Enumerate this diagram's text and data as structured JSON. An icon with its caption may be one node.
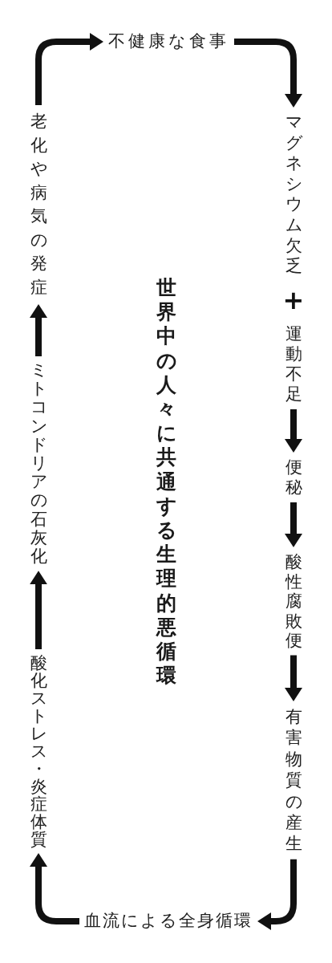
{
  "diagram": {
    "title": "世界中の人々に共通する生理的悪循環",
    "nodes": [
      {
        "text": [
          "不健康な食事"
        ]
      },
      {
        "text": [
          "マグネシウム欠乏"
        ]
      },
      {
        "text": [
          "運動不足"
        ]
      },
      {
        "text": [
          "便秘"
        ]
      },
      {
        "text": [
          "酸性腐敗便"
        ]
      },
      {
        "text": [
          "有害物質の産生"
        ]
      },
      {
        "text": [
          "血流による全身循環"
        ]
      },
      {
        "text": [
          "酸化ストレス・炎症体質"
        ]
      },
      {
        "text": [
          "ミトコンドリアの石灰化"
        ]
      },
      {
        "text": [
          "老化や病気の発症"
        ]
      }
    ],
    "edges": [
      {
        "from": 0,
        "to": 1,
        "arrow": "to"
      },
      {
        "from": 2,
        "to": 3,
        "arrow": "to"
      },
      {
        "from": 3,
        "to": 4,
        "arrow": "to"
      },
      {
        "from": 4,
        "to": 5,
        "arrow": "to"
      },
      {
        "from": 5,
        "to": 6,
        "arrow": "to"
      },
      {
        "from": 6,
        "to": 7,
        "arrow": "to"
      },
      {
        "from": 7,
        "to": 8,
        "arrow": "to"
      },
      {
        "from": 8,
        "to": 9,
        "arrow": "to"
      },
      {
        "from": 9,
        "to": 0,
        "arrow": "to"
      }
    ],
    "labels": [
      "+"
    ]
  }
}
